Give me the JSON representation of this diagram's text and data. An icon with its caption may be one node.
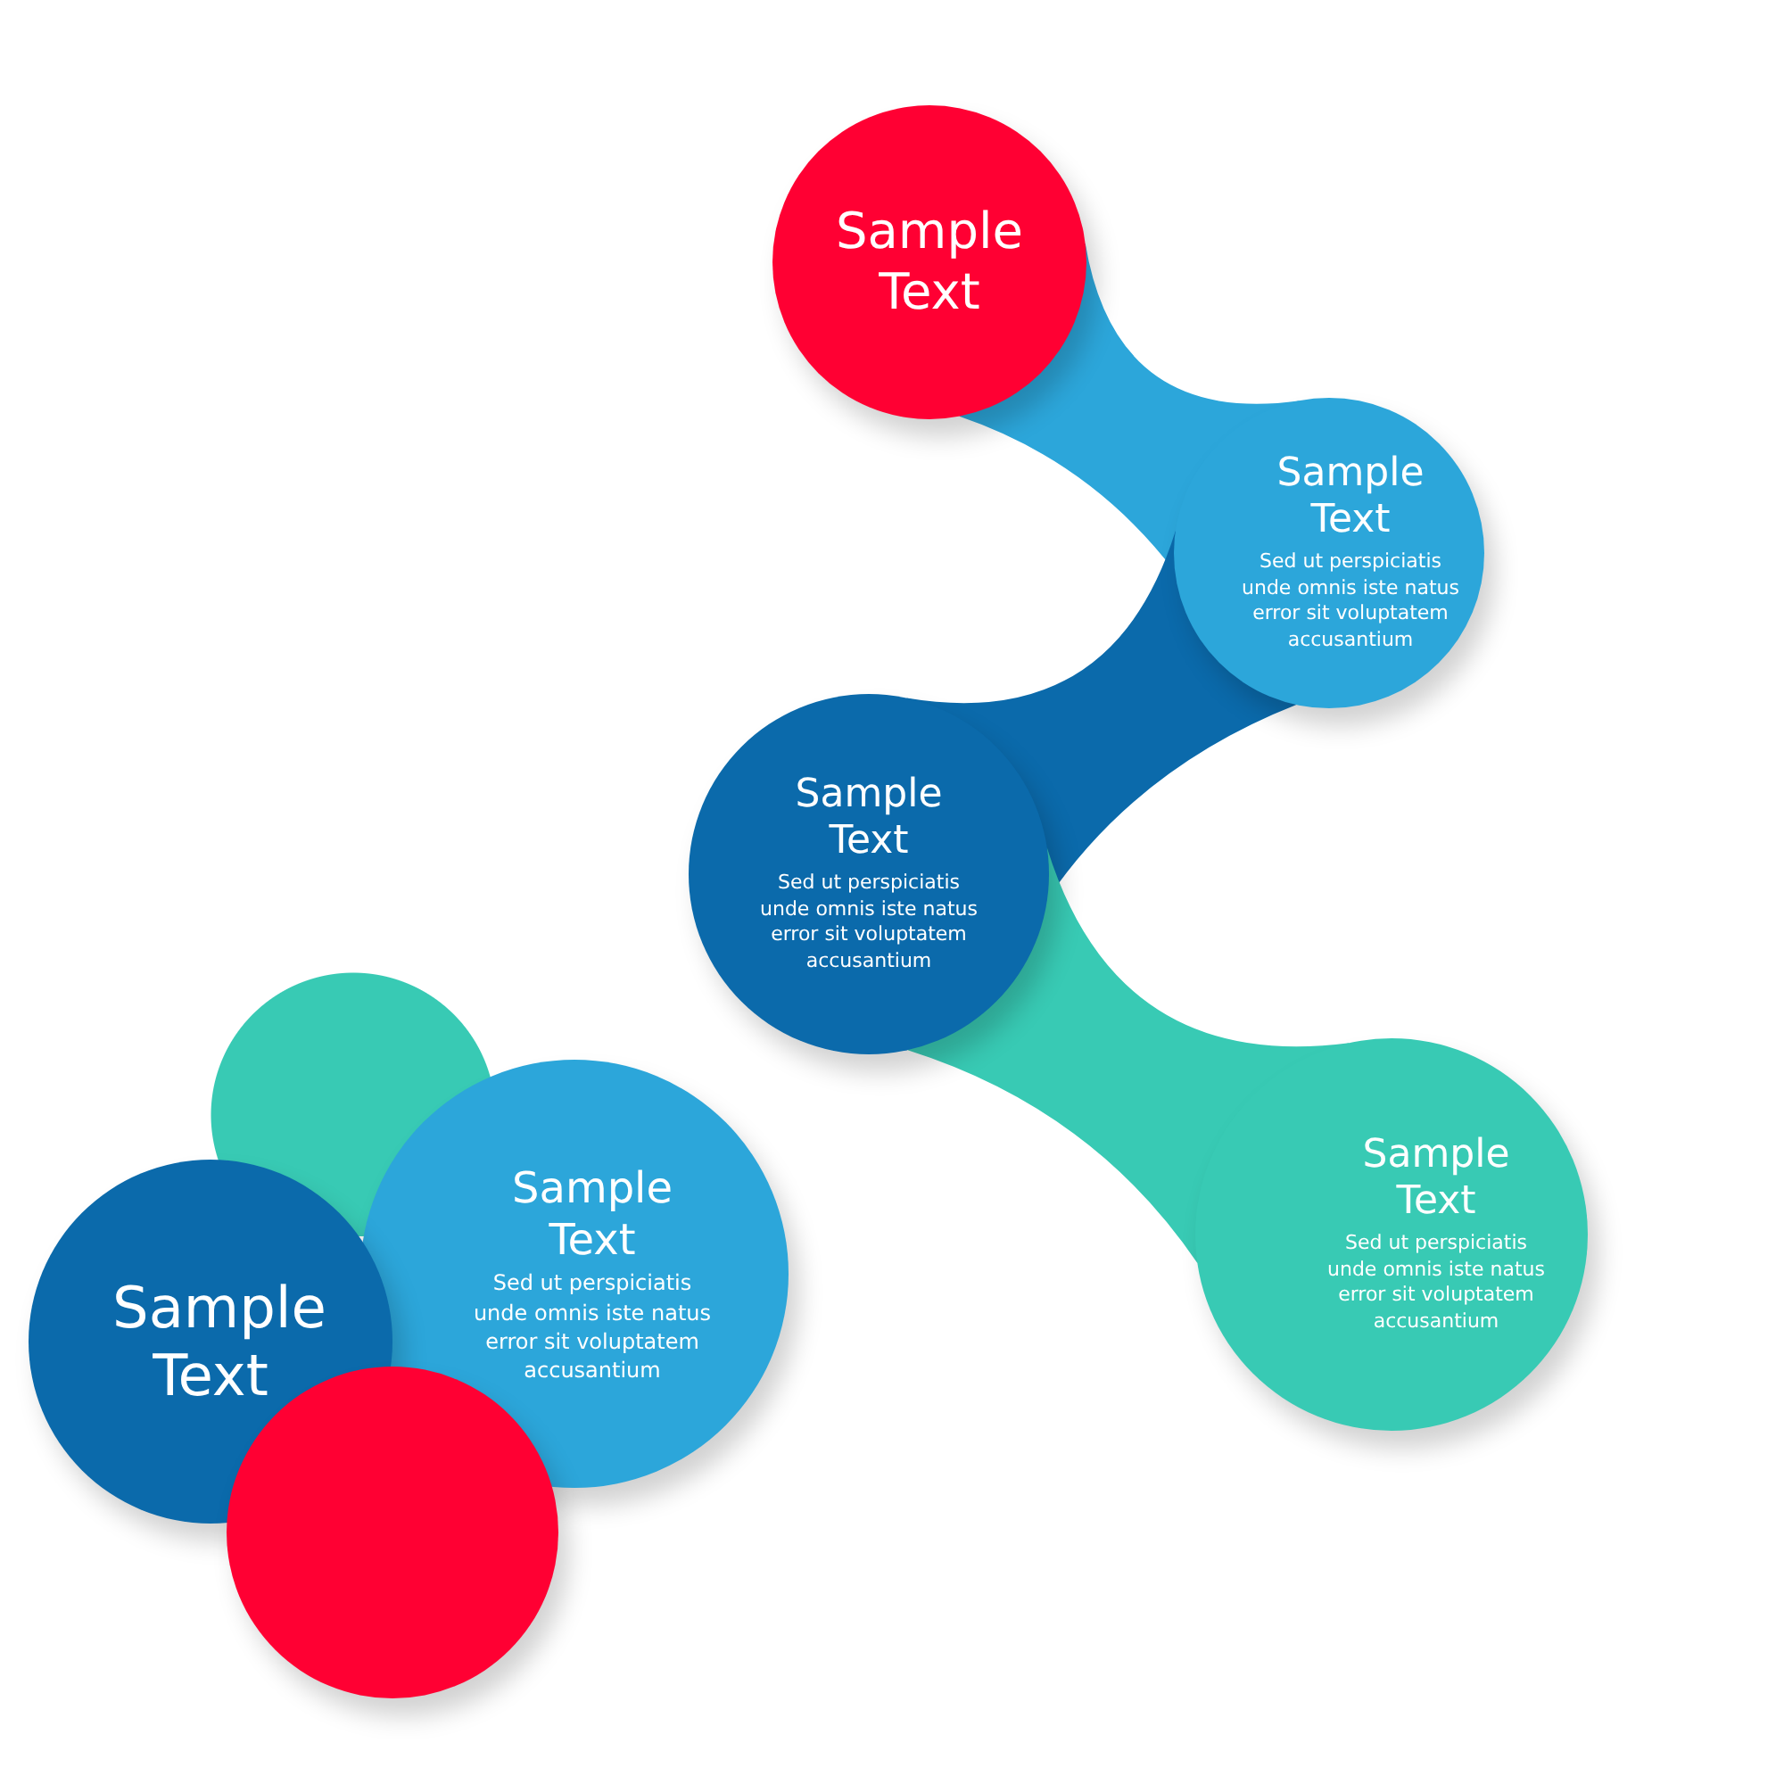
{
  "diagram": {
    "nodes": [
      {
        "text": [
          "Sample Text"
        ]
      },
      {
        "text": [
          "Sample Text",
          "Sed ut perspiciatis unde omnis iste natus error sit voluptatem accusantium"
        ]
      },
      {
        "text": [
          "Sample Text",
          "Sed ut perspiciatis unde omnis iste natus error sit voluptatem accusantium"
        ]
      },
      {
        "text": [
          "Sample Text",
          "Sed ut perspiciatis unde omnis iste natus error sit voluptatem accusantium"
        ]
      },
      {
        "text": [],
        "shape": "circle"
      },
      {
        "text": [
          "Sample Text",
          "Sed ut perspiciatis unde omnis iste natus error sit voluptatem accusantium"
        ]
      },
      {
        "text": [
          "Sample Text"
        ]
      },
      {
        "text": [],
        "shape": "circle"
      }
    ],
    "edges": [
      {
        "from": 0,
        "to": 1,
        "arrow": "none",
        "style": "thick",
        "color": "#2ca6da"
      },
      {
        "from": 1,
        "to": 2,
        "arrow": "none",
        "style": "thick",
        "color": "#0b6aab"
      },
      {
        "from": 2,
        "to": 3,
        "arrow": "none",
        "style": "thick",
        "color": "#38cab4"
      }
    ]
  }
}
